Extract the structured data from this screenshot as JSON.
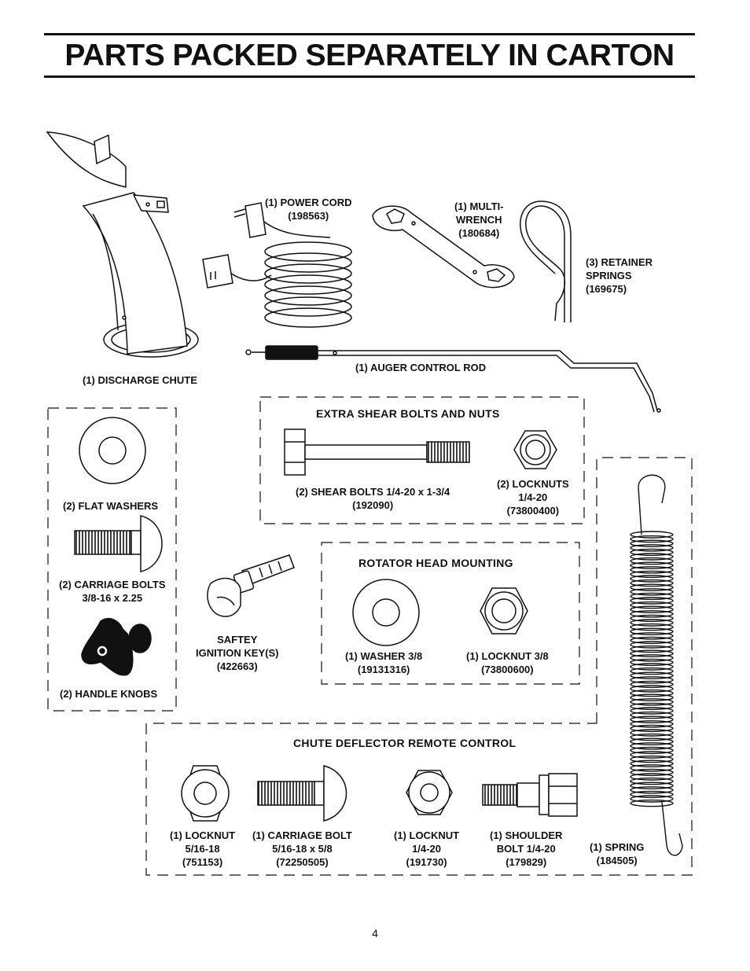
{
  "page": {
    "title": "PARTS PACKED SEPARATELY IN CARTON",
    "page_number": "4"
  },
  "parts": {
    "discharge_chute": [
      "(1) DISCHARGE CHUTE"
    ],
    "power_cord": [
      "(1) POWER CORD",
      "(198563)"
    ],
    "multi_wrench": [
      "(1) MULTI-",
      "WRENCH",
      "(180684)"
    ],
    "retainer_springs": [
      "(3) RETAINER",
      "SPRINGS",
      "(169675)"
    ],
    "auger_control_rod": [
      "(1) AUGER CONTROL ROD"
    ],
    "flat_washers": [
      "(2) FLAT WASHERS"
    ],
    "carriage_bolts": [
      "(2) CARRIAGE BOLTS",
      "3/8-16 x 2.25"
    ],
    "handle_knobs": [
      "(2) HANDLE KNOBS"
    ],
    "ignition_key": [
      "SAFTEY",
      "IGNITION KEY(S)",
      "(422663)"
    ],
    "spring": [
      "(1) SPRING",
      "(184505)"
    ]
  },
  "groups": {
    "shear": {
      "title": "EXTRA SHEAR BOLTS AND NUTS",
      "shear_bolts": [
        "(2) SHEAR BOLTS 1/4-20 x 1-3/4",
        "(192090)"
      ],
      "locknuts": [
        "(2) LOCKNUTS",
        "1/4-20",
        "(73800400)"
      ]
    },
    "rotator": {
      "title": "ROTATOR HEAD MOUNTING",
      "washer": [
        "(1) WASHER 3/8",
        "(19131316)"
      ],
      "locknut": [
        "(1) LOCKNUT 3/8",
        "(73800600)"
      ]
    },
    "chute_deflector": {
      "title": "CHUTE DEFLECTOR REMOTE CONTROL",
      "locknut_516": [
        "(1) LOCKNUT",
        "5/16-18",
        "(751153)"
      ],
      "carriage_bolt": [
        "(1) CARRIAGE BOLT",
        "5/16-18 x 5/8",
        "(72250505)"
      ],
      "locknut_14": [
        "(1) LOCKNUT",
        "1/4-20",
        "(191730)"
      ],
      "shoulder_bolt": [
        "(1) SHOULDER",
        "BOLT 1/4-20",
        "(179829)"
      ]
    }
  }
}
